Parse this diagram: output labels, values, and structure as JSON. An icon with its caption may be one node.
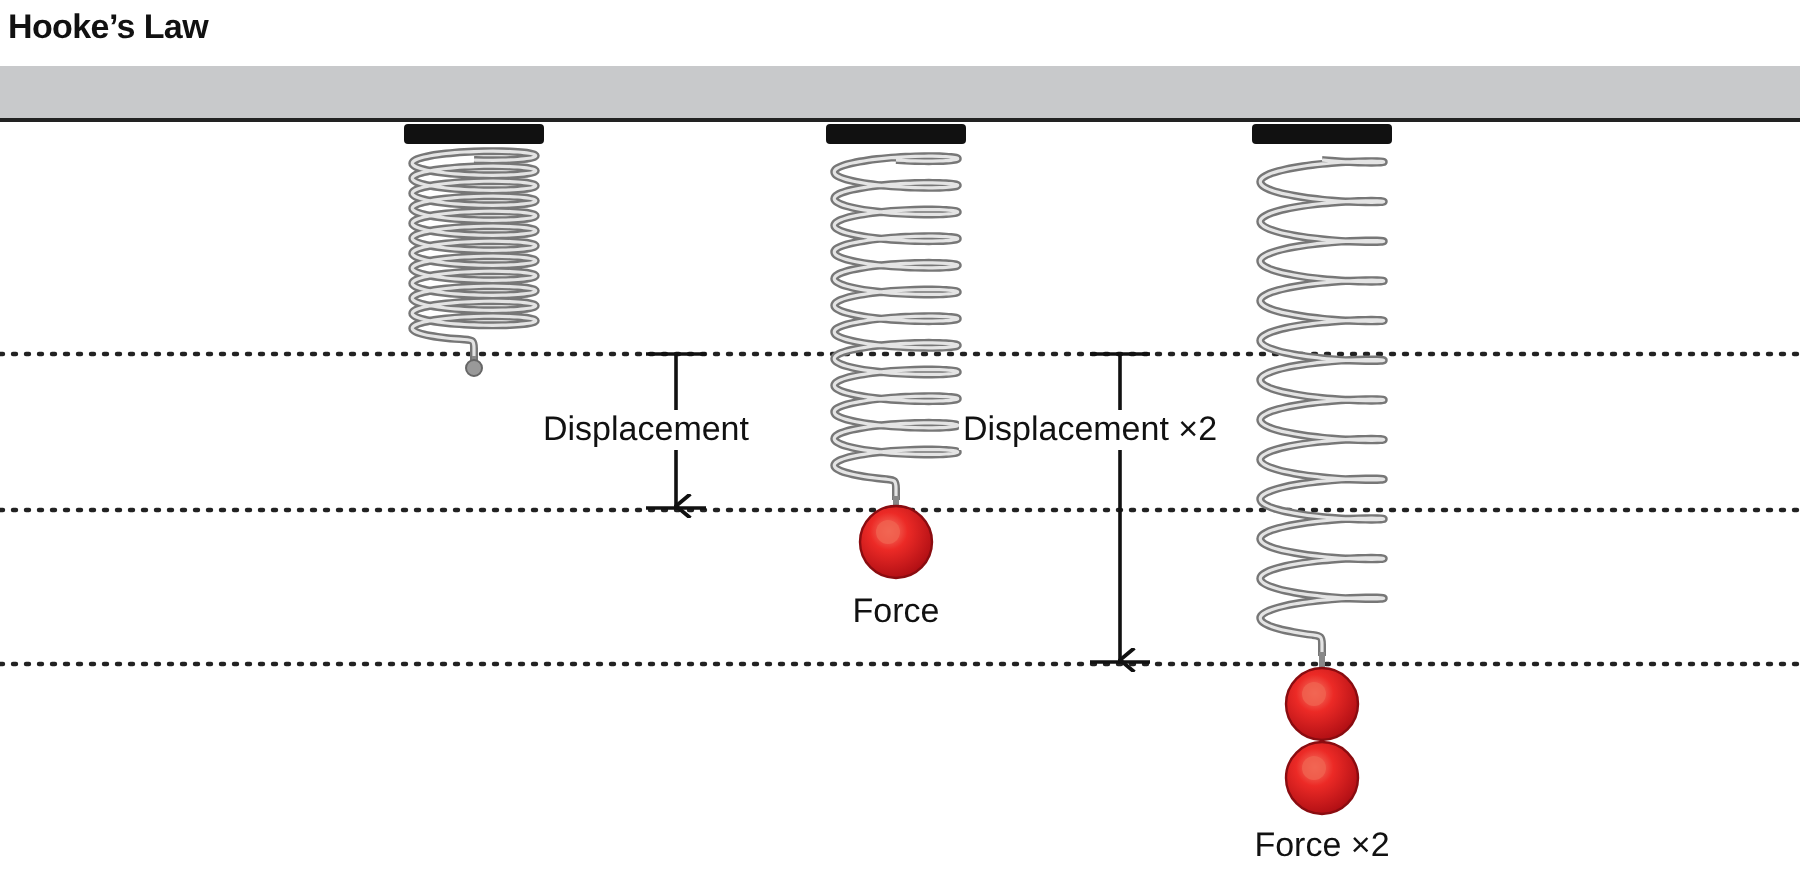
{
  "diagram": {
    "title": "Hooke’s Law",
    "labels": [
      "Displacement",
      "Displacement ×2",
      "Force",
      "Force ×2"
    ]
  }
}
